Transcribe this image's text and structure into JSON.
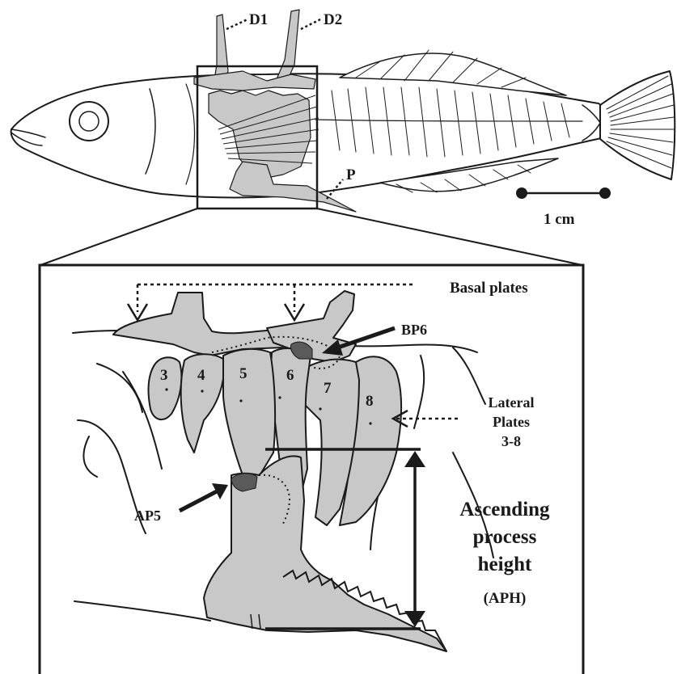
{
  "labels": {
    "dorsal_spine_1": "D1",
    "dorsal_spine_2": "D2",
    "pelvic_spine": "P",
    "scale_bar": "1 cm",
    "basal_plates": "Basal plates",
    "bp6": "BP6",
    "ap5": "AP5",
    "lateral_plates": [
      "Lateral",
      "Plates",
      "3-8"
    ],
    "plate_numbers": [
      "3",
      "4",
      "5",
      "6",
      "7",
      "8"
    ],
    "measurement": [
      "Ascending",
      "process",
      "height",
      "(APH)"
    ]
  },
  "colors": {
    "ink": "#1a1a1a",
    "bone_fill": "#c8c8c8",
    "dark_patch": "#5a5a5a",
    "background": "#ffffff"
  }
}
